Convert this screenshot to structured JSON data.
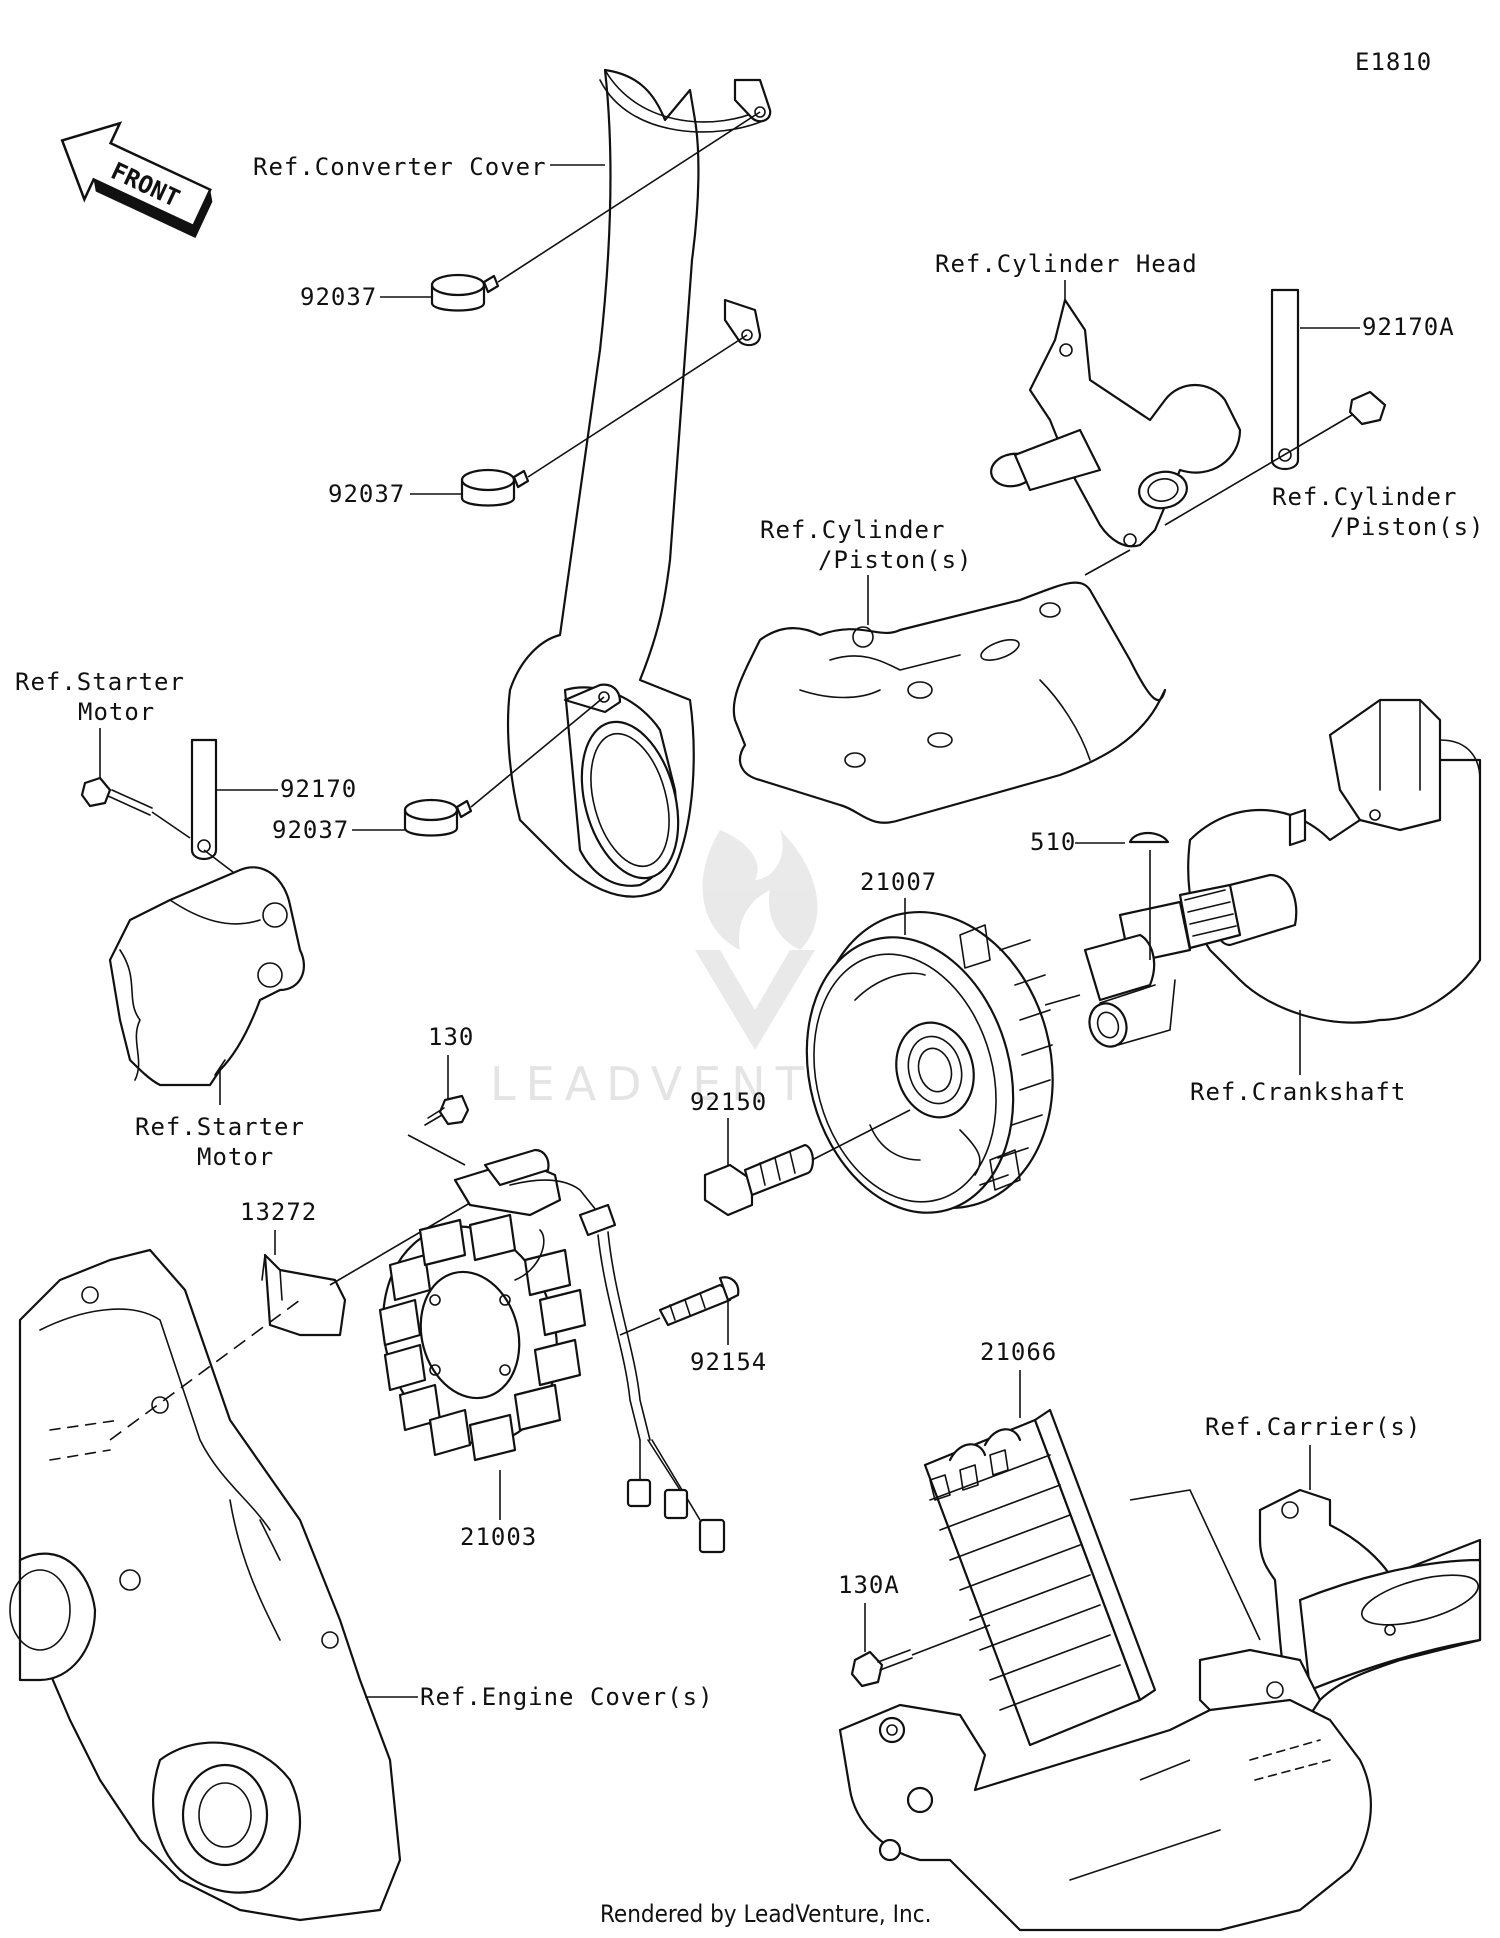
{
  "diagram": {
    "code": "E1810",
    "front_label": "FRONT",
    "footer": "Rendered by LeadVenture, Inc.",
    "watermark": "LEADVENTURE"
  },
  "labels": {
    "ref_converter_cover": "Ref.Converter Cover",
    "p92037_a": "92037",
    "p92037_b": "92037",
    "p92037_c": "92037",
    "ref_cylinder_head": "Ref.Cylinder Head",
    "p92170A": "92170A",
    "ref_cyl_piston_right_1": "Ref.Cylinder",
    "ref_cyl_piston_right_2": "/Piston(s)",
    "ref_cyl_piston_mid_1": "Ref.Cylinder",
    "ref_cyl_piston_mid_2": "/Piston(s)",
    "ref_starter_motor_top_1": "Ref.Starter",
    "ref_starter_motor_top_2": "Motor",
    "p92170": "92170",
    "p510": "510",
    "p21007": "21007",
    "ref_starter_motor_bottom_1": "Ref.Starter",
    "ref_starter_motor_bottom_2": "Motor",
    "p130": "130",
    "p92150": "92150",
    "ref_crankshaft": "Ref.Crankshaft",
    "p13272": "13272",
    "p92154": "92154",
    "p21066": "21066",
    "ref_carriers": "Ref.Carrier(s)",
    "p21003": "21003",
    "p130A": "130A",
    "ref_engine_covers": "Ref.Engine Cover(s)"
  }
}
